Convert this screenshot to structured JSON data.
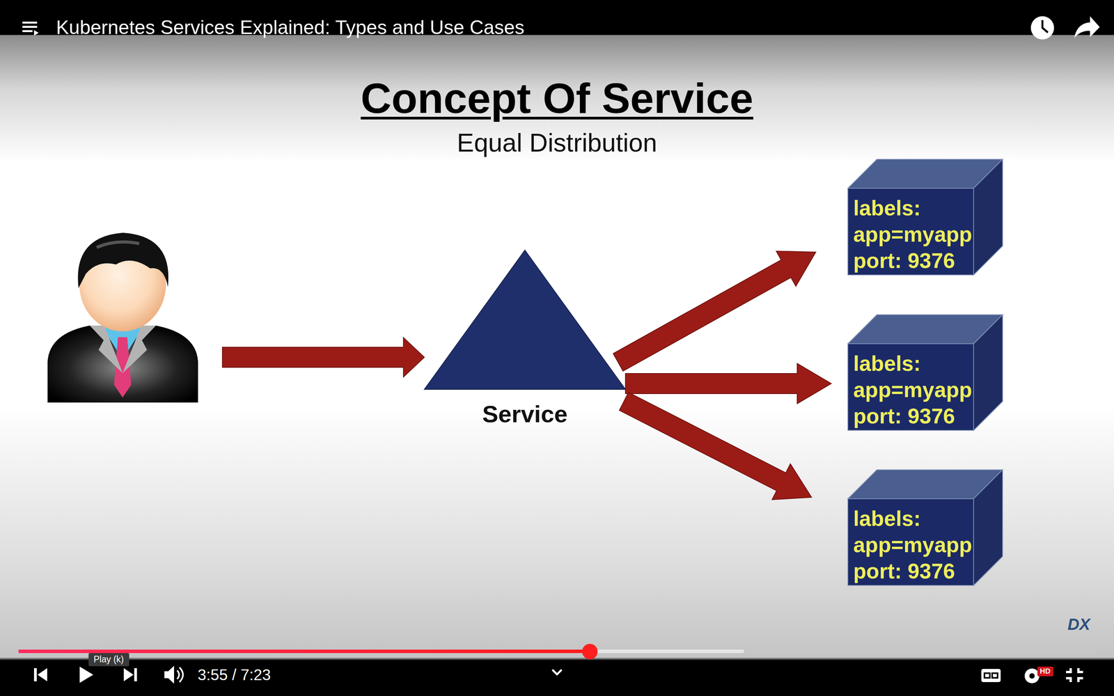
{
  "diagram": {
    "title": "Concept Of Service",
    "nodes": [
      {
        "text": [
          "Service"
        ]
      },
      {
        "text": [
          "labels: app=myapp port: 9376"
        ]
      },
      {
        "text": [
          "labels: app=myapp port: 9376"
        ]
      },
      {
        "text": [
          "labels: app=myapp port: 9376"
        ]
      }
    ],
    "edges": [
      {
        "from": 0,
        "to": 1,
        "arrow": "to"
      },
      {
        "from": 0,
        "to": 2,
        "arrow": "to"
      },
      {
        "from": 0,
        "to": 3,
        "arrow": "to"
      }
    ],
    "labels": [
      "Kubernetes Services Explained: Types and Use Cases",
      "Equal Distribution",
      "Play (k)",
      "3:55 / 7:23",
      "HD",
      "DX"
    ]
  }
}
